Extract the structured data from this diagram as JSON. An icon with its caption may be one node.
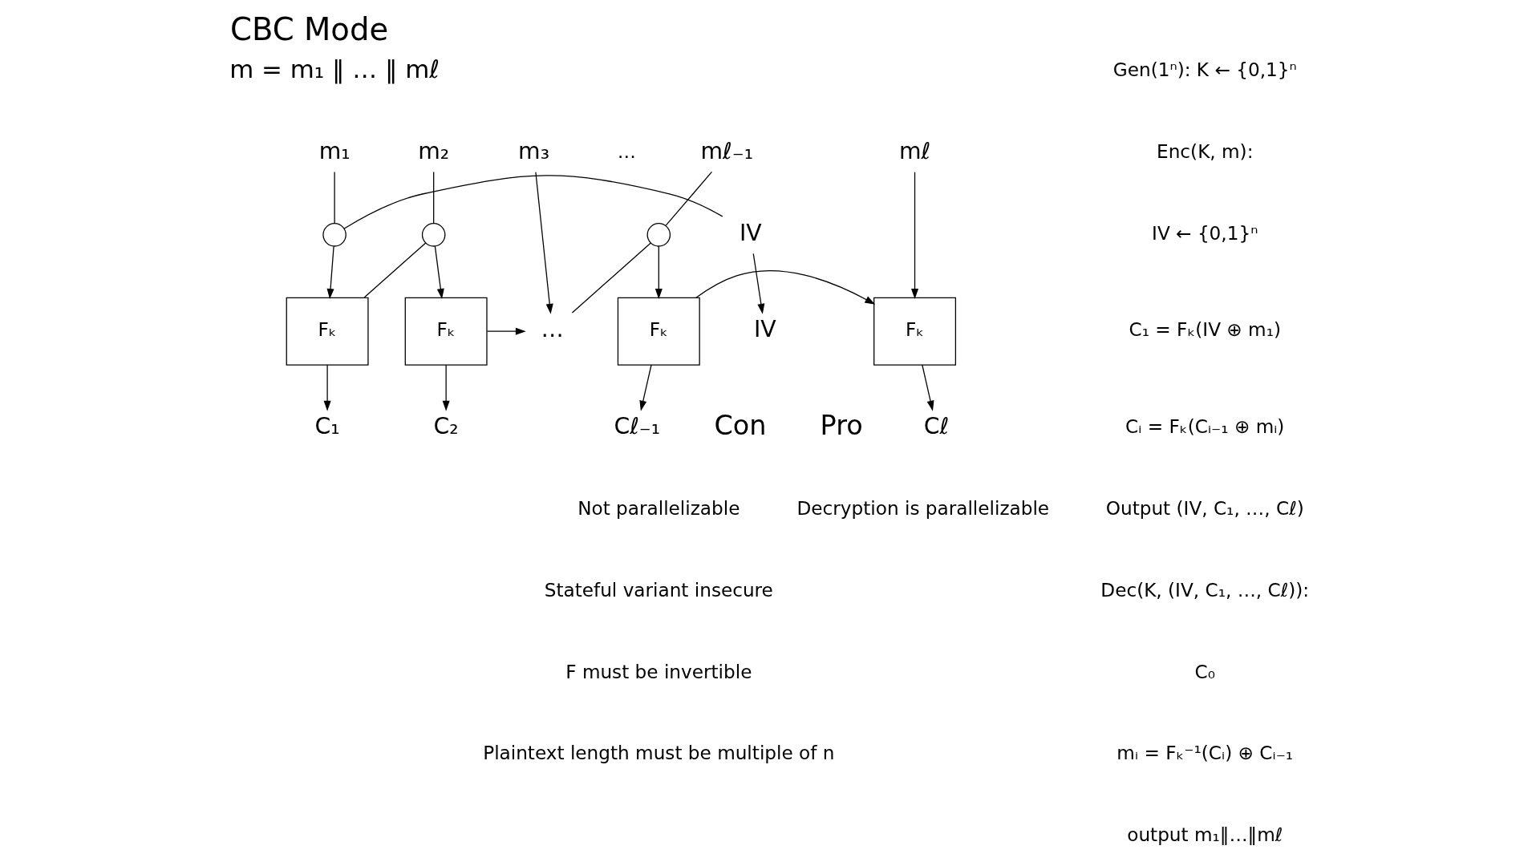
{
  "diagram": {
    "title": "CBC Mode",
    "nodes": [
      {
        "text": [
          "m₁"
        ]
      },
      {
        "text": [
          "m₂"
        ]
      },
      {
        "text": [
          "m₃"
        ]
      },
      {
        "text": [
          "mℓ₋₁"
        ]
      },
      {
        "text": [
          "mℓ"
        ]
      },
      {
        "text": [
          "IV"
        ]
      },
      {
        "text": [],
        "shape": "circle"
      },
      {
        "text": [],
        "shape": "circle"
      },
      {
        "text": [],
        "shape": "circle"
      },
      {
        "text": [
          "Fₖ"
        ]
      },
      {
        "text": [
          "Fₖ"
        ]
      },
      {
        "text": [
          "…"
        ]
      },
      {
        "text": [
          "Fₖ"
        ]
      },
      {
        "text": [
          "Fₖ"
        ]
      },
      {
        "text": [
          "C₁"
        ]
      },
      {
        "text": [
          "C₂"
        ]
      },
      {
        "text": [
          "Cℓ₋₁"
        ]
      },
      {
        "text": [
          "Cℓ"
        ]
      },
      {
        "text": [
          "IV"
        ]
      }
    ],
    "edges": [
      {
        "from": 0,
        "to": 6,
        "arrow": "none"
      },
      {
        "from": 5,
        "to": 6,
        "arrow": "none"
      },
      {
        "from": 6,
        "to": 9,
        "arrow": "to"
      },
      {
        "from": 9,
        "to": 14,
        "arrow": "to"
      },
      {
        "from": 9,
        "to": 7,
        "arrow": "none"
      },
      {
        "from": 1,
        "to": 7,
        "arrow": "none"
      },
      {
        "from": 7,
        "to": 10,
        "arrow": "to"
      },
      {
        "from": 10,
        "to": 15,
        "arrow": "to"
      },
      {
        "from": 10,
        "to": 11,
        "arrow": "to"
      },
      {
        "from": 2,
        "to": 11,
        "arrow": "to"
      },
      {
        "from": 11,
        "to": 8,
        "arrow": "none"
      },
      {
        "from": 3,
        "to": 8,
        "arrow": "none"
      },
      {
        "from": 8,
        "to": 12,
        "arrow": "to"
      },
      {
        "from": 12,
        "to": 16,
        "arrow": "to"
      },
      {
        "from": 12,
        "to": 13,
        "arrow": "to"
      },
      {
        "from": 4,
        "to": 13,
        "arrow": "to"
      },
      {
        "from": 13,
        "to": 17,
        "arrow": "to"
      },
      {
        "from": 5,
        "to": 18,
        "arrow": "to"
      }
    ],
    "labels": [
      "m = m₁ ‖ … ‖ mℓ",
      "Gen(1ⁿ): K ← {0,1}ⁿ",
      "Enc(K, m):",
      "IV ← {0,1}ⁿ",
      "C₁ = Fₖ(IV ⊕ m₁)",
      "Cᵢ = Fₖ(Cᵢ₋₁ ⊕ mᵢ)",
      "Output (IV, C₁, …, Cℓ)",
      "Dec(K, (IV, C₁, …, Cℓ)):",
      "C₀",
      "mᵢ = Fₖ⁻¹(Cᵢ) ⊕ Cᵢ₋₁",
      "output m₁‖…‖mℓ",
      "…",
      "Pro",
      "Decryption is parallelizable",
      "Con",
      "Not parallelizable",
      "Stateful variant insecure",
      "F must be invertible",
      "Plaintext length must be multiple of n"
    ]
  }
}
